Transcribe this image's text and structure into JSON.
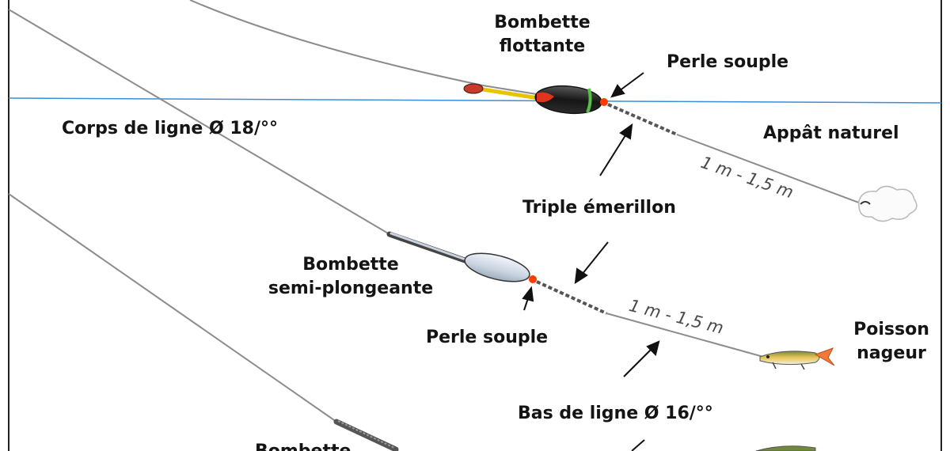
{
  "labels": {
    "bombette_flottante": [
      "Bombette",
      "flottante"
    ],
    "perle_souple_top": "Perle souple",
    "corps_de_ligne": "Corps de ligne Ø 18/°°",
    "appat_naturel": "Appât naturel",
    "triple_emerillon": "Triple émerillon",
    "bombette_semi_plongeante": [
      "Bombette",
      "semi-plongeante"
    ],
    "perle_souple_mid": "Perle souple",
    "poisson_nageur": [
      "Poisson",
      "nageur"
    ],
    "bas_de_ligne": "Bas de ligne Ø 16/°°",
    "bombette_bottom_partial": "Bombette"
  },
  "dimensions": {
    "length_top": "1 m - 1,5 m",
    "length_mid": "1 m - 1,5 m"
  },
  "colors": {
    "water_line": "#3a8fd8",
    "line": "#8c8c8c",
    "bead": "#ff3c00",
    "float_body": "#1e1e1e",
    "frame": "#222222"
  }
}
